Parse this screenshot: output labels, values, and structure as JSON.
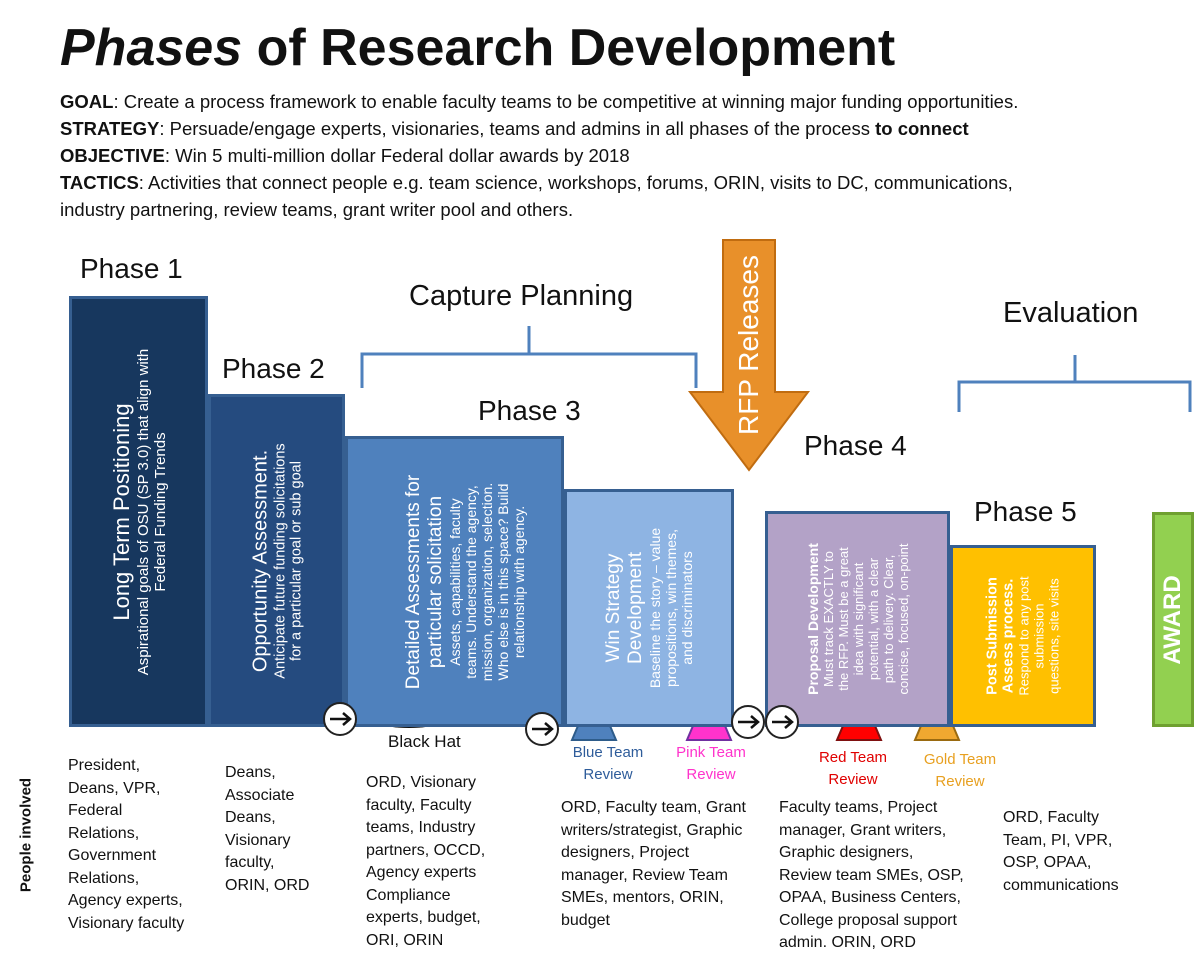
{
  "title": {
    "emph": "Phases",
    "rest": " of Research Development"
  },
  "goal": {
    "label": "GOAL",
    "text": ": Create a process framework to enable faculty teams to be competitive at winning major funding opportunities."
  },
  "strategy": {
    "label": "STRATEGY",
    "text": ": Persuade/engage experts, visionaries, teams and admins in all phases of the process ",
    "bold_tail": "to connect"
  },
  "objective": {
    "label": "OBJECTIVE",
    "text": ": Win 5 multi-million dollar Federal dollar awards by 2018"
  },
  "tactics": {
    "label": "TACTICS",
    "line1": ": Activities that connect people e.g. team science, workshops, forums, ORIN, visits to DC, communications,",
    "line2": "industry partnering, review teams, grant writer pool and others."
  },
  "sections": {
    "capture": "Capture Planning",
    "evaluation": "Evaluation",
    "rfp": "RFP Releases",
    "people_involved": "People involved"
  },
  "phases": [
    {
      "label": "Phase 1",
      "heading": "Long Term Positioning",
      "desc": [
        "Aspirational goals of OSU (SP 3.0) that  align with",
        "Federal Funding Trends"
      ],
      "people": [
        "President,",
        "Deans, VPR,",
        "Federal",
        "Relations,",
        "Government",
        "Relations,",
        "Agency experts,",
        "Visionary faculty"
      ]
    },
    {
      "label": "Phase 2",
      "heading": "Opportunity Assessment.",
      "desc": [
        "Anticipate future funding solicitations",
        "for a particular goal or sub goal"
      ],
      "people": [
        "Deans,",
        "Associate",
        "Deans,",
        "Visionary",
        "faculty,",
        "ORIN, ORD"
      ]
    },
    {
      "label": "Phase 3",
      "heading": [
        "Detailed Assessments for",
        "particular solicitation"
      ],
      "desc": [
        "Assets, capabilities, faculty",
        "teams. Understand the agency,",
        "mission, organization, selection.",
        "Who else is in this space? Build",
        "relationship with agency."
      ],
      "people": [
        "ORD, Visionary",
        "faculty, Faculty",
        "teams, Industry",
        "partners, OCCD,",
        "Agency experts",
        "Compliance",
        "experts, budget,",
        "ORI, ORIN"
      ]
    },
    {
      "label": "",
      "heading": [
        "Win Strategy",
        "Development"
      ],
      "desc": [
        "Baseline the story – value",
        "propositions, win themes,",
        "and discriminators"
      ],
      "people": [
        "ORD, Faculty team, Grant",
        "writers/strategist, Graphic",
        "designers, Project",
        "manager, Review Team",
        "SMEs, mentors, ORIN,",
        "budget"
      ]
    },
    {
      "label": "Phase 4",
      "heading": "Proposal Development",
      "desc": [
        "Must track EXACTLY to",
        "the RFP.  Must be a great",
        "idea with significant",
        "potential, with a clear",
        "path to delivery.  Clear,",
        "concise, focused, on-point"
      ],
      "people": [
        "Faculty teams, Project",
        "manager, Grant writers,",
        "Graphic designers,",
        "Review team SMEs, OSP,",
        "OPAA, Business Centers,",
        "College proposal support",
        "admin. ORIN, ORD"
      ]
    },
    {
      "label": "Phase 5",
      "heading": [
        "Post Submission",
        "Assess process."
      ],
      "desc": [
        "Respond to any post",
        "submission",
        "questions, site visits"
      ],
      "people": [
        "ORD, Faculty",
        "Team, PI, VPR,",
        "OSP, OPAA,",
        "communications"
      ]
    }
  ],
  "award": "AWARD",
  "black_hat": "Black Hat",
  "reviews": [
    {
      "name": [
        "Blue Team",
        "Review"
      ],
      "color": "#4f81bd"
    },
    {
      "name": [
        "Pink Team",
        "Review"
      ],
      "color": "#ff33cc"
    },
    {
      "name": [
        "Red Team",
        "Review"
      ],
      "color": "#ff0000"
    },
    {
      "name": [
        "Gold Team",
        "Review"
      ],
      "color": "#f0a830"
    }
  ],
  "colors": {
    "phase1": "#17375e",
    "phase2": "#254b7f",
    "phase3": "#4f81bd",
    "win": "#8eb4e3",
    "phase4": "#b3a2c7",
    "phase5": "#ffc000",
    "award": "#92d050",
    "rfp": "#e8902a",
    "bracket": "#4f81bd"
  }
}
